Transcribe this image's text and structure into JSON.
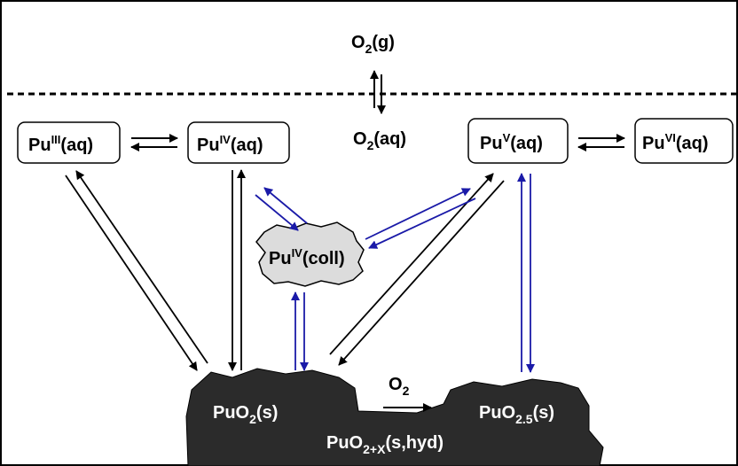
{
  "colors": {
    "border": "#000000",
    "black_arrow": "#000000",
    "blue_arrow": "#1a1aa8",
    "solid_fill": "#2b2b2b",
    "colloid_fill": "#dcdcdc",
    "label_on_dark": "#ffffff"
  },
  "gas_phase": {
    "o2_gas": {
      "base": "O",
      "sub": "2",
      "tail": "(g)"
    }
  },
  "boundary": {
    "style": "dashed"
  },
  "aqueous": {
    "o2_aq": {
      "base": "O",
      "sub": "2",
      "tail": "(aq)"
    },
    "pu_iii": {
      "base": "Pu",
      "sup": "III",
      "tail": "(aq)"
    },
    "pu_iv": {
      "base": "Pu",
      "sup": "IV",
      "tail": "(aq)"
    },
    "pu_v": {
      "base": "Pu",
      "sup": "V",
      "tail": "(aq)"
    },
    "pu_vi": {
      "base": "Pu",
      "sup": "VI",
      "tail": "(aq)"
    },
    "pu_iv_coll": {
      "base": "Pu",
      "sup": "IV",
      "tail": "(coll)"
    }
  },
  "solids": {
    "puo2": {
      "base": "PuO",
      "sub": "2",
      "tail": "(s)"
    },
    "puo25": {
      "base": "PuO",
      "sub": "2.5",
      "tail": "(s)"
    },
    "puo2x": {
      "base": "PuO",
      "sub": "2+X",
      "tail": "(s,hyd)"
    },
    "oxidant": {
      "base": "O",
      "sub": "2"
    }
  }
}
